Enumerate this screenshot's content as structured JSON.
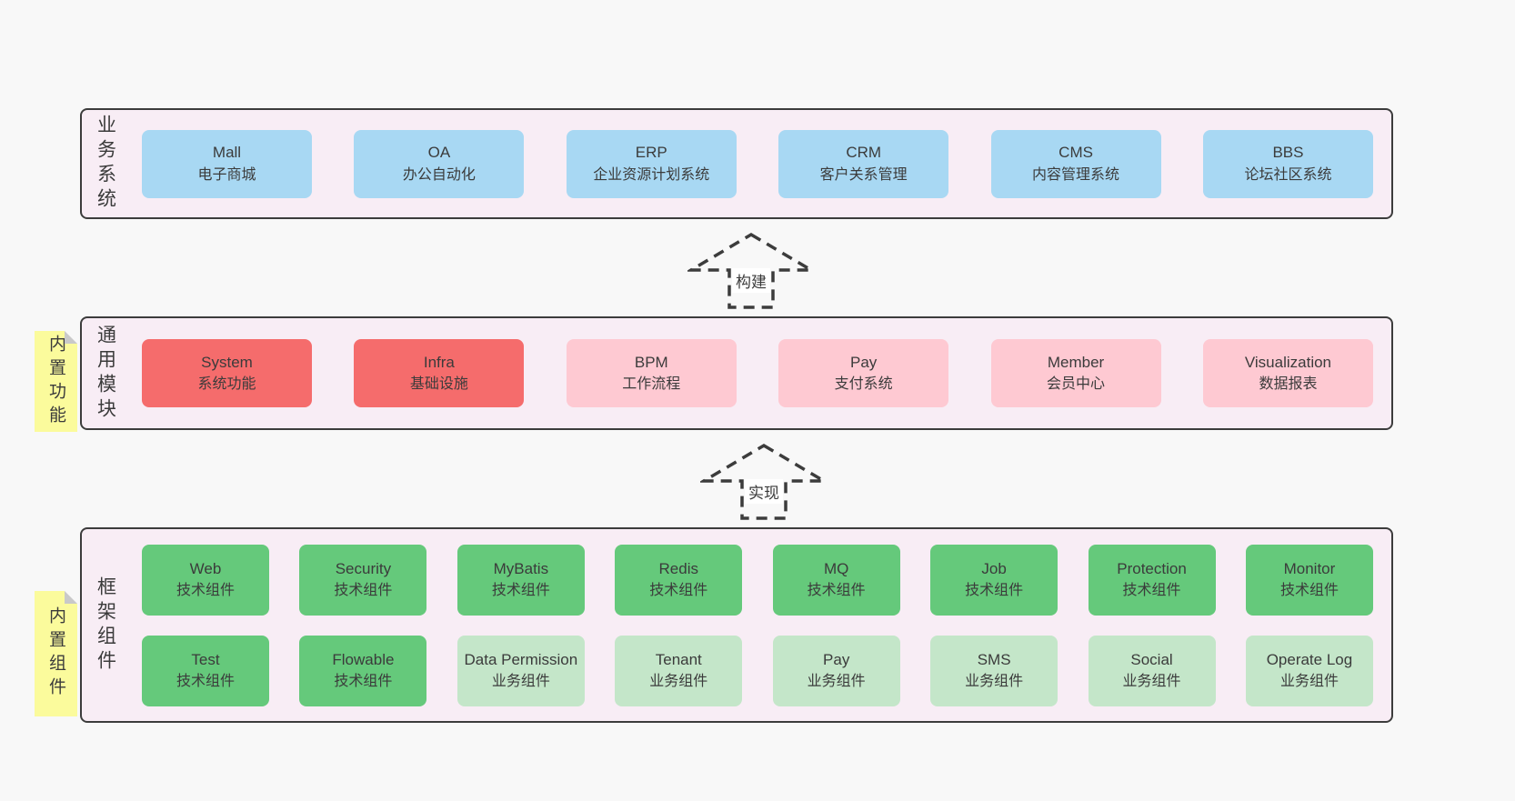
{
  "colors": {
    "page-bg": "#f8f8f8",
    "panel-bg": "#f8edf5",
    "panel-border": "#3c3c3c",
    "text": "#3b3b3b",
    "blue": "#a8d8f3",
    "red": "#f56c6c",
    "pink": "#fec9d2",
    "green-dark": "#65c97b",
    "green-light": "#c4e6c9",
    "sticky-yellow": "#fbfb9c",
    "sticky-fold": "#c9c9c9"
  },
  "arrows": {
    "build": "构建",
    "implement": "实现"
  },
  "panels": {
    "business": {
      "side_label": "业务系统",
      "boxes": [
        {
          "name": "Mall",
          "desc": "电子商城"
        },
        {
          "name": "OA",
          "desc": "办公自动化"
        },
        {
          "name": "ERP",
          "desc": "企业资源计划系统"
        },
        {
          "name": "CRM",
          "desc": "客户关系管理"
        },
        {
          "name": "CMS",
          "desc": "内容管理系统"
        },
        {
          "name": "BBS",
          "desc": "论坛社区系统"
        }
      ]
    },
    "modules": {
      "side_label": "通用模块",
      "sticky": "内置功能",
      "boxes": [
        {
          "name": "System",
          "desc": "系统功能"
        },
        {
          "name": "Infra",
          "desc": "基础设施"
        },
        {
          "name": "BPM",
          "desc": "工作流程"
        },
        {
          "name": "Pay",
          "desc": "支付系统"
        },
        {
          "name": "Member",
          "desc": "会员中心"
        },
        {
          "name": "Visualization",
          "desc": "数据报表"
        }
      ]
    },
    "framework": {
      "side_label": "框架组件",
      "sticky": "内置组件",
      "row1": [
        {
          "name": "Web",
          "desc": "技术组件"
        },
        {
          "name": "Security",
          "desc": "技术组件"
        },
        {
          "name": "MyBatis",
          "desc": "技术组件"
        },
        {
          "name": "Redis",
          "desc": "技术组件"
        },
        {
          "name": "MQ",
          "desc": "技术组件"
        },
        {
          "name": "Job",
          "desc": "技术组件"
        },
        {
          "name": "Protection",
          "desc": "技术组件"
        },
        {
          "name": "Monitor",
          "desc": "技术组件"
        }
      ],
      "row2": [
        {
          "name": "Test",
          "desc": "技术组件"
        },
        {
          "name": "Flowable",
          "desc": "技术组件"
        },
        {
          "name": "Data Permission",
          "desc": "业务组件"
        },
        {
          "name": "Tenant",
          "desc": "业务组件"
        },
        {
          "name": "Pay",
          "desc": "业务组件"
        },
        {
          "name": "SMS",
          "desc": "业务组件"
        },
        {
          "name": "Social",
          "desc": "业务组件"
        },
        {
          "name": "Operate Log",
          "desc": "业务组件"
        }
      ]
    }
  }
}
